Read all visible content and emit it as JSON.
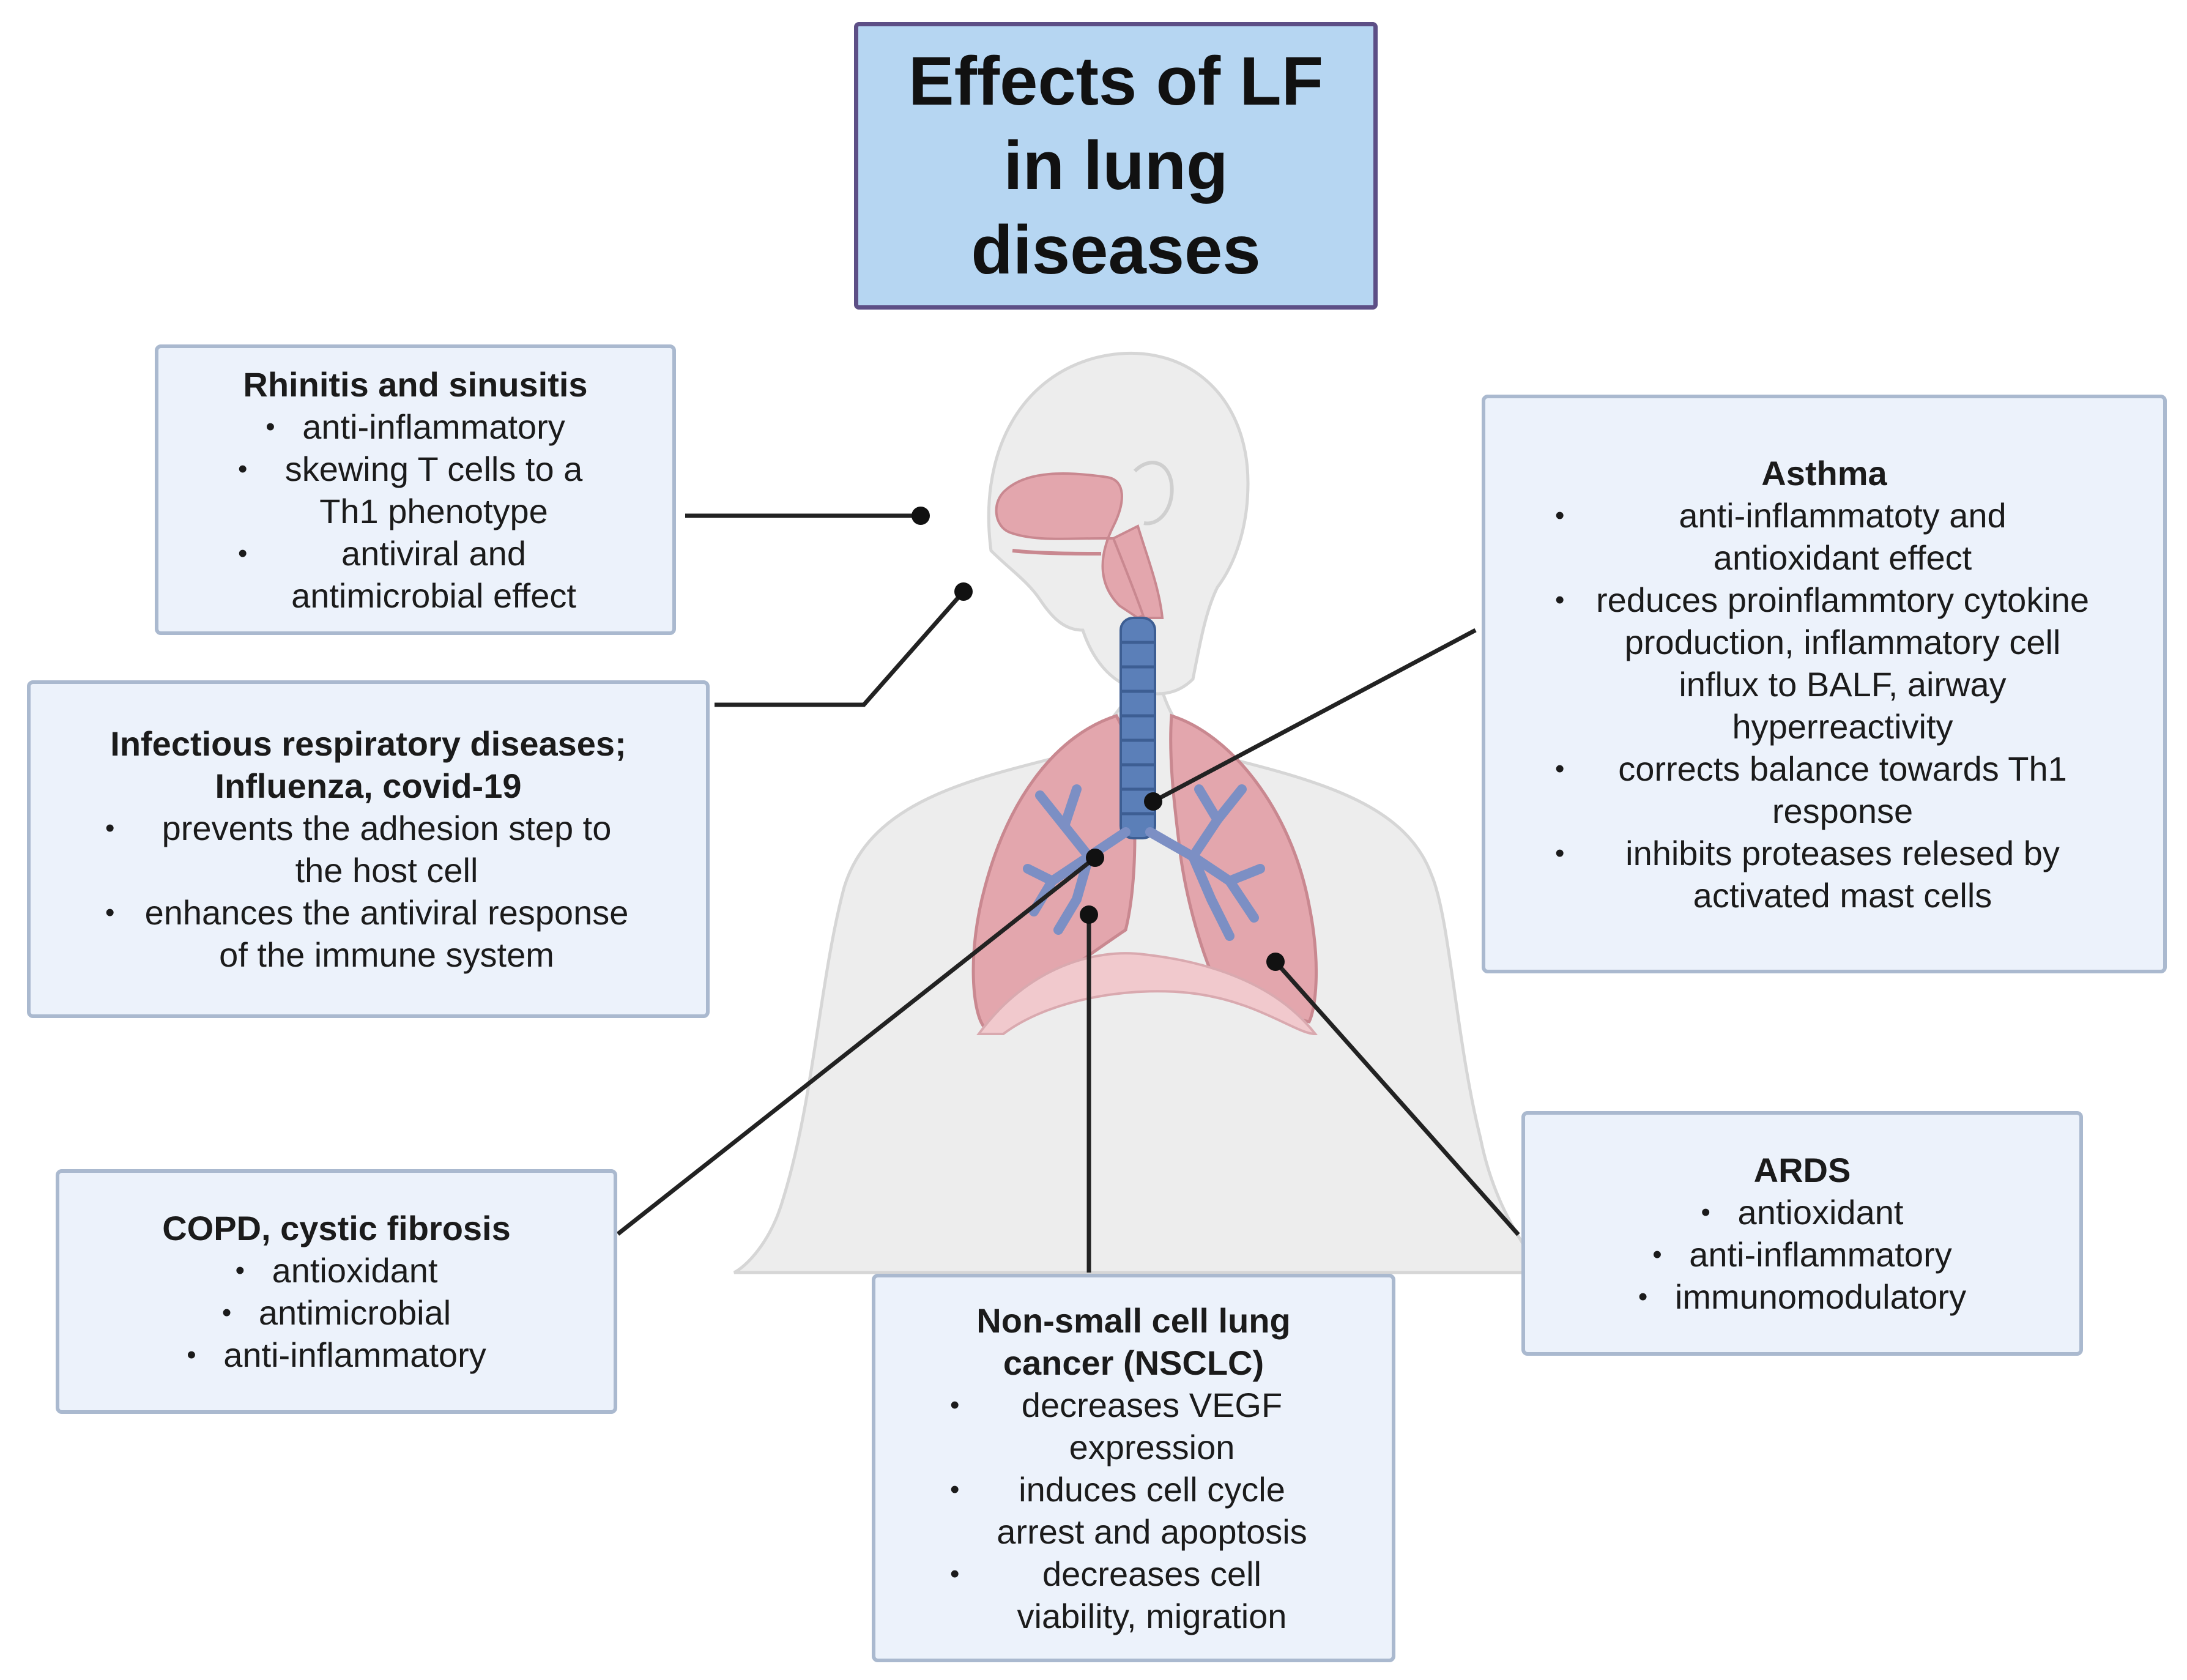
{
  "title": "Effects of LF\nin lung\ndiseases",
  "boxes": {
    "rhinitis": {
      "heading": "Rhinitis and sinusitis",
      "items": [
        "anti-inflammatory",
        "skewing T cells to a Th1 phenotype",
        "antiviral and antimicrobial effect"
      ]
    },
    "infectious": {
      "heading": "Infectious respiratory diseases; Influenza, covid-19",
      "items": [
        "prevents the adhesion step to the host cell",
        "enhances the antiviral response of the immune system"
      ]
    },
    "copd": {
      "heading": "COPD, cystic fibrosis",
      "items": [
        "antioxidant",
        "antimicrobial",
        "anti-inflammatory"
      ]
    },
    "asthma": {
      "heading": "Asthma",
      "items": [
        "anti-inflammatoty and antioxidant effect",
        "reduces proinflammtory cytokine production, inflammatory cell influx to BALF, airway hyperreactivity",
        "corrects balance towards Th1 response",
        "inhibits proteases relesed by activated mast cells"
      ]
    },
    "ards": {
      "heading": "ARDS",
      "items": [
        "antioxidant",
        "anti-inflammatory",
        "immunomodulatory"
      ]
    },
    "nsclc": {
      "heading": "Non-small cell lung cancer (NSCLC)",
      "items": [
        "decreases VEGF expression",
        "induces cell cycle arrest and apoptosis",
        "decreases cell viability, migration"
      ]
    }
  },
  "colors": {
    "title_fill": "#b6d6f2",
    "title_border": "#5d4f86",
    "box_fill": "#ecf2fb",
    "box_border": "#aab9cf",
    "body_fill": "#ededed",
    "lung_fill": "#e3a6ad",
    "trachea_fill": "#5b7fb8",
    "connector": "#222222"
  }
}
